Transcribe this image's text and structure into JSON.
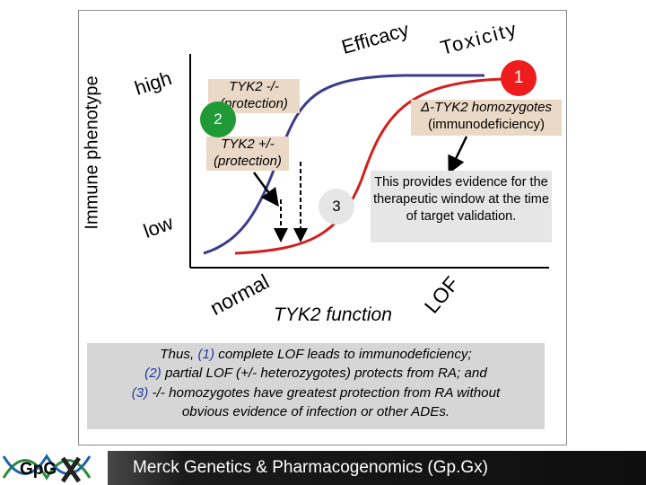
{
  "diagram": {
    "y_axis_label": "Immune phenotype",
    "y_axis_high": "high",
    "y_axis_low": "low",
    "x_axis_label": "TYK2 function",
    "x_axis_left": "normal",
    "x_axis_right": "LOF",
    "curve_efficacy_label": "Efficacy",
    "curve_toxicity_label": "Toxicity",
    "efficacy_color": "#3c3c8c",
    "toxicity_color": "#d41f1f",
    "markers": [
      {
        "number": "1",
        "color": "#ee1c1c"
      },
      {
        "number": "2",
        "color": "#1f9a36"
      },
      {
        "number": "3",
        "color": "#e6e6e6"
      }
    ],
    "tyk_knockout_line1": "TYK2 -/-",
    "tyk_knockout_line2": "(protection)",
    "tyk_het_line1": "TYK2 +/-",
    "tyk_het_line2": "(protection)",
    "delta_line1": "Δ-TYK2 homozygotes",
    "delta_line2": "(immunodeficiency)",
    "evidence_text": "This provides evidence for the therapeutic window at the time of target validation."
  },
  "summary": {
    "line1_a": "Thus, ",
    "line1_num": "(1)",
    "line1_b": " complete LOF leads to immunodeficiency;",
    "line2_num": "(2)",
    "line2_b": " partial LOF (+/- heterozygotes) protects from RA; and",
    "line3_num": "(3)",
    "line3_b": " -/- homozygotes have greatest protection from RA without",
    "line4": "obvious evidence of infection or other ADEs."
  },
  "footer": {
    "text": "Merck Genetics & Pharmacogenomics (Gp.Gx)",
    "logo_text": "GpG"
  }
}
